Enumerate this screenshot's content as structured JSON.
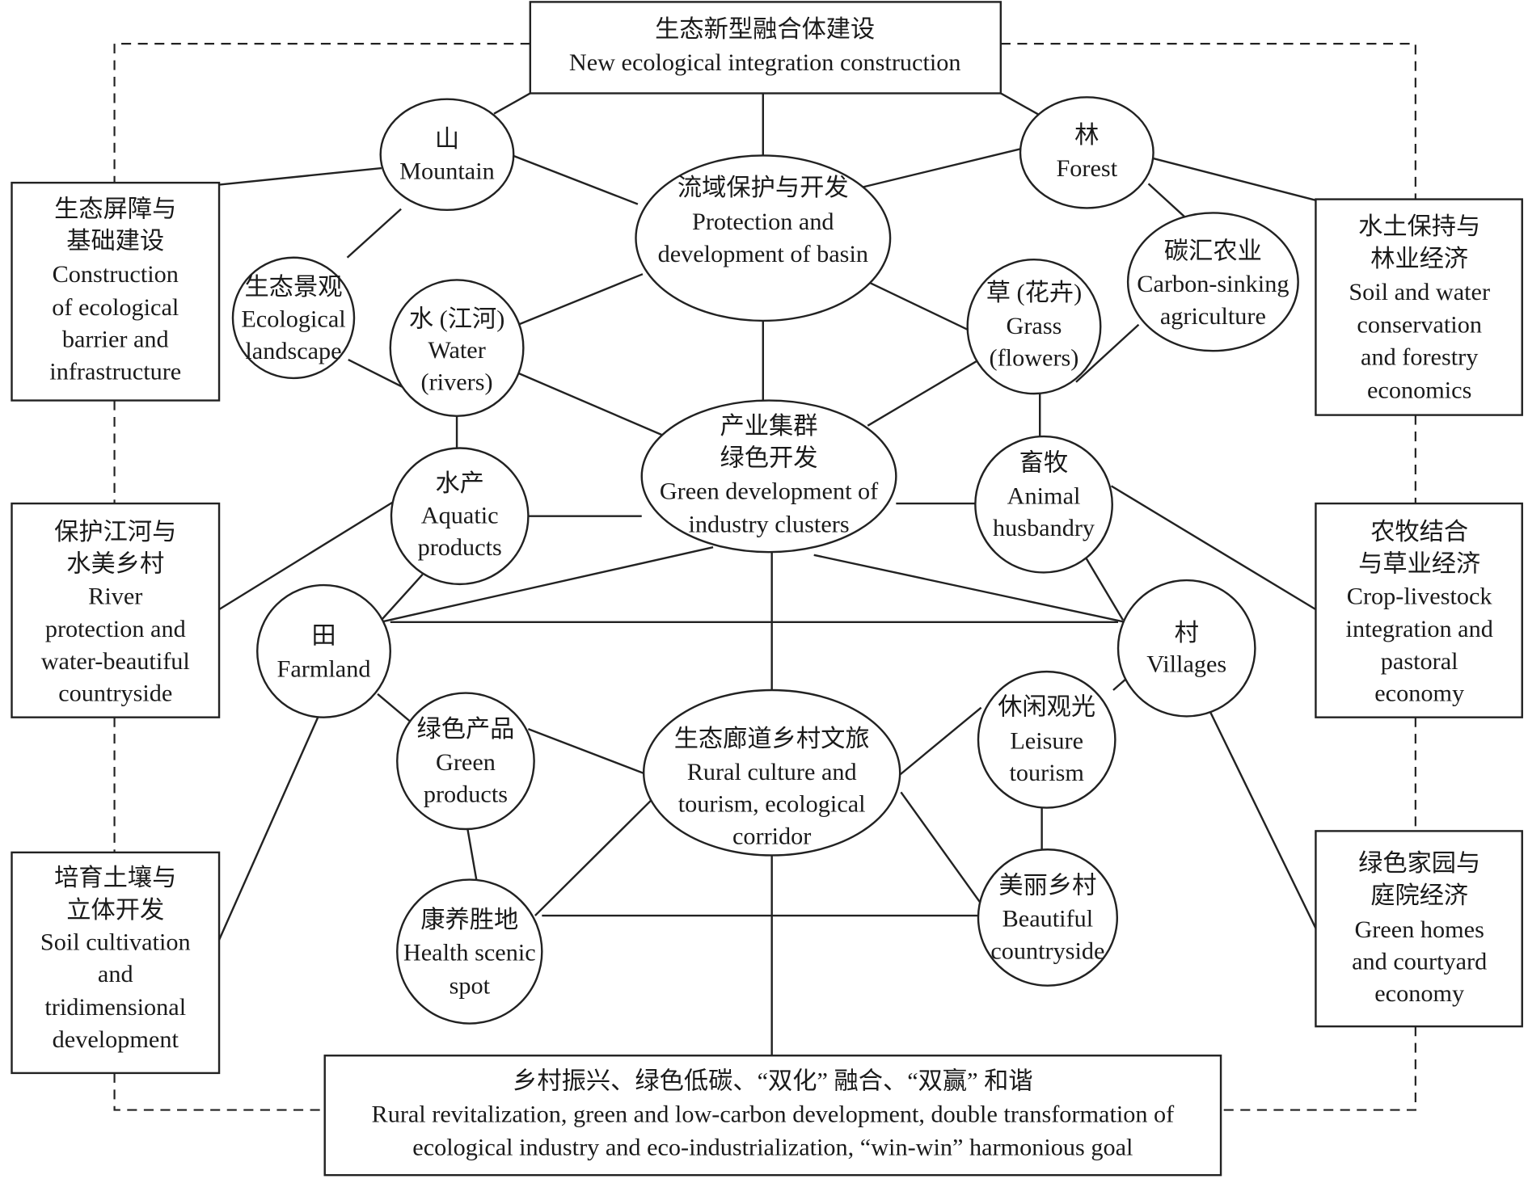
{
  "top": {
    "lines": [
      "生态新型融合体建设",
      "New ecological integration construction"
    ]
  },
  "bottom": {
    "lines": [
      "乡村振兴、绿色低碳、“双化” 融合、“双赢” 和谐",
      "Rural revitalization, green and low-carbon development, double transformation of",
      "ecological industry and eco-industrialization, “win-win” harmonious goal"
    ]
  },
  "left_boxes": [
    {
      "lines": [
        "生态屏障与",
        "基础建设",
        "Construction",
        "of ecological",
        "barrier and",
        "infrastructure"
      ]
    },
    {
      "lines": [
        "保护江河与",
        "水美乡村",
        "River",
        "protection and",
        "water-beautiful",
        "countryside"
      ]
    },
    {
      "lines": [
        "培育土壤与",
        "立体开发",
        "Soil cultivation",
        "and",
        "tridimensional",
        "development"
      ]
    }
  ],
  "right_boxes": [
    {
      "lines": [
        "水土保持与",
        "林业经济",
        "Soil and water",
        "conservation",
        "and forestry",
        "economics"
      ]
    },
    {
      "lines": [
        "农牧结合",
        "与草业经济",
        "Crop-livestock",
        "integration and",
        "pastoral",
        "economy"
      ]
    },
    {
      "lines": [
        "绿色家园与",
        "庭院经济",
        "Green homes",
        "and courtyard",
        "economy"
      ]
    }
  ],
  "nodes": {
    "mountain": {
      "lines": [
        "山",
        "Mountain"
      ]
    },
    "forest": {
      "lines": [
        "林",
        "Forest"
      ]
    },
    "basin": {
      "lines": [
        "流域保护与开发",
        "Protection and",
        "development of basin"
      ]
    },
    "carbon": {
      "lines": [
        "碳汇农业",
        "Carbon-sinking",
        "agriculture"
      ]
    },
    "landscape": {
      "lines": [
        "生态景观",
        "Ecological",
        "landscape"
      ]
    },
    "water": {
      "lines": [
        "水 (江河)",
        "Water",
        "(rivers)"
      ]
    },
    "grass": {
      "lines": [
        "草 (花卉)",
        "Grass",
        "(flowers)"
      ]
    },
    "industry": {
      "lines": [
        "产业集群",
        "绿色开发",
        "Green development of",
        "industry clusters"
      ]
    },
    "aquatic": {
      "lines": [
        "水产",
        "Aquatic",
        "products"
      ]
    },
    "animal": {
      "lines": [
        "畜牧",
        "Animal",
        "husbandry"
      ]
    },
    "farmland": {
      "lines": [
        "田",
        "Farmland"
      ]
    },
    "villages": {
      "lines": [
        "村",
        "Villages"
      ]
    },
    "green_products": {
      "lines": [
        "绿色产品",
        "Green",
        "products"
      ]
    },
    "corridor": {
      "lines": [
        "生态廊道乡村文旅",
        "Rural culture and",
        "tourism, ecological",
        "corridor"
      ]
    },
    "leisure": {
      "lines": [
        "休闲观光",
        "Leisure",
        "tourism"
      ]
    },
    "health": {
      "lines": [
        "康养胜地",
        "Health scenic",
        "spot"
      ]
    },
    "beautiful": {
      "lines": [
        "美丽乡村",
        "Beautiful",
        "countryside"
      ]
    }
  }
}
